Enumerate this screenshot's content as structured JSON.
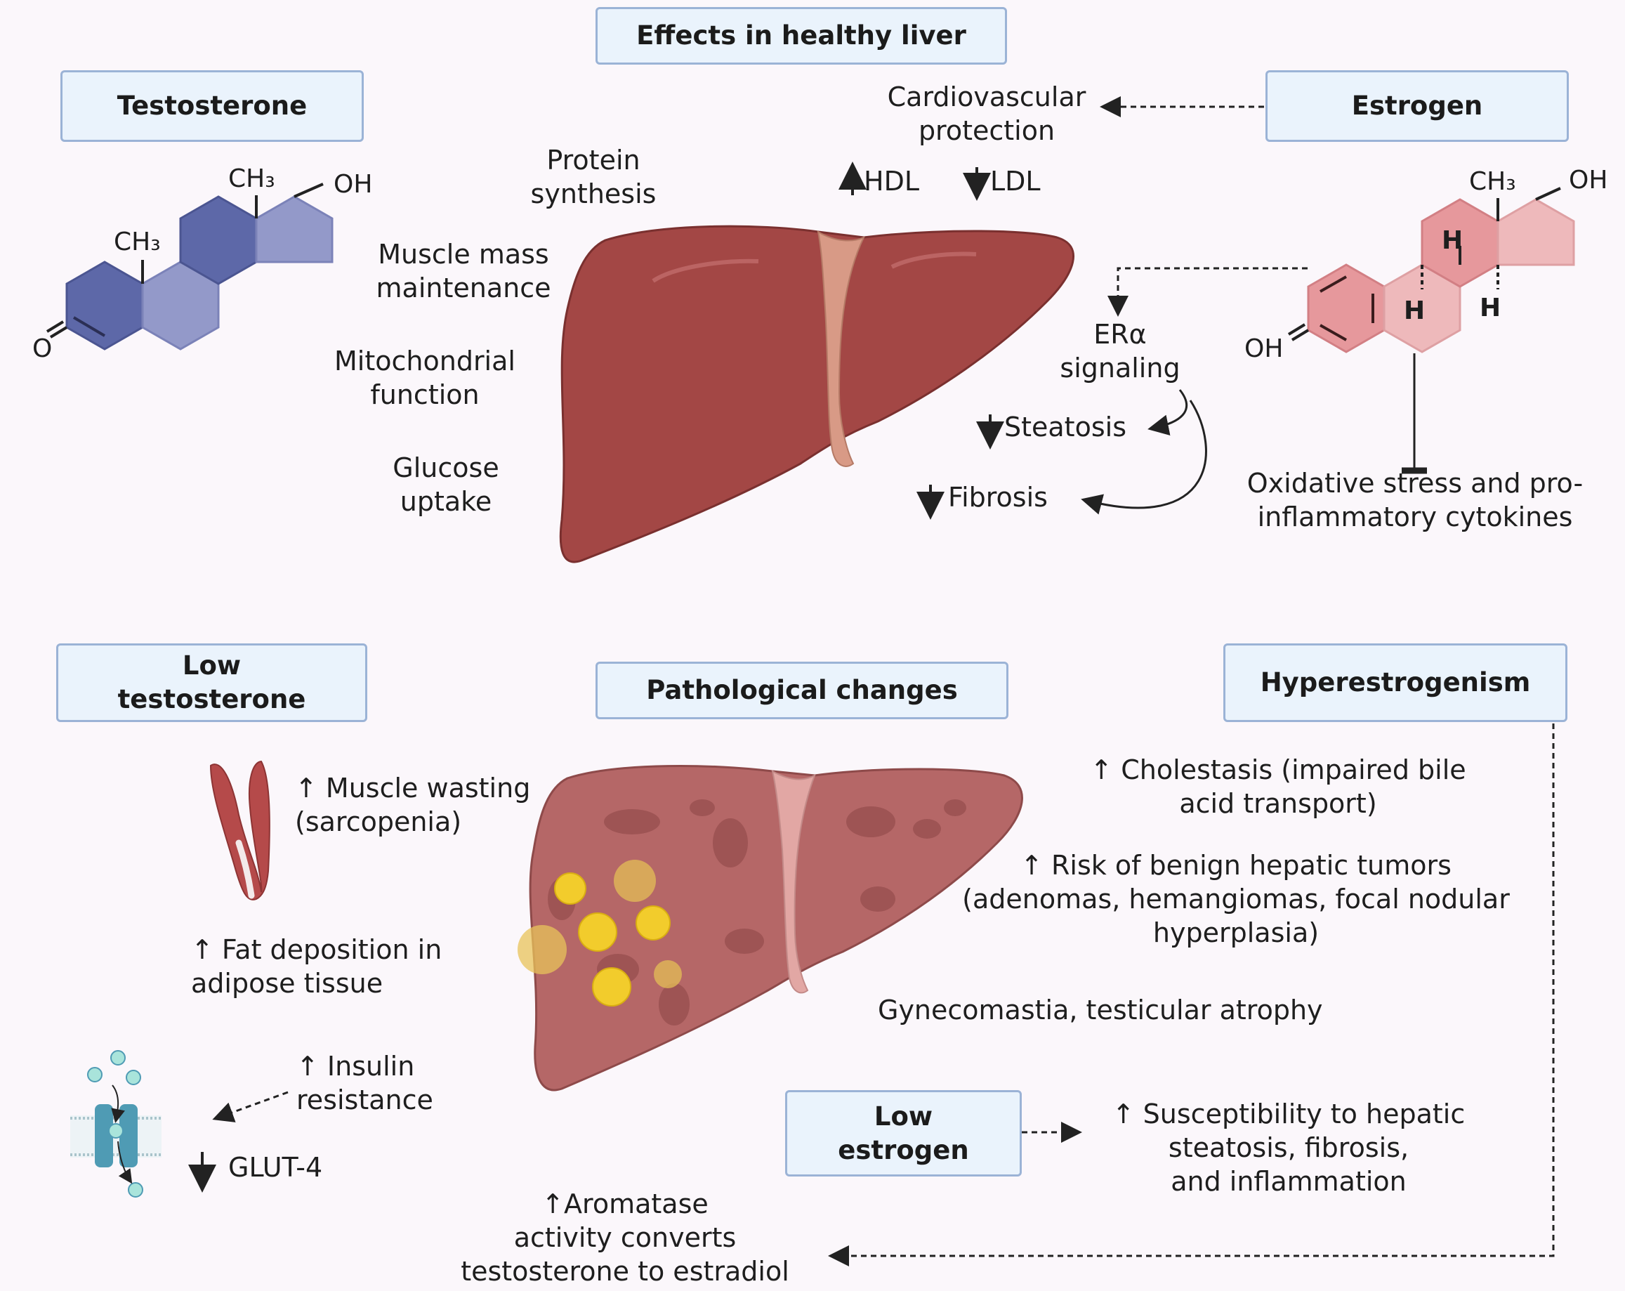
{
  "boxes": {
    "effects_healthy": "Effects in healthy liver",
    "testosterone": "Testosterone",
    "estrogen": "Estrogen",
    "low_testosterone": "Low\ntestosterone",
    "pathological": "Pathological changes",
    "hyperestrogenism": "Hyperestrogenism",
    "low_estrogen": "Low\nestrogen"
  },
  "healthy": {
    "protein_synthesis": "Protein\nsynthesis",
    "muscle_mass": "Muscle mass\nmaintenance",
    "mitochondrial": "Mitochondrial\nfunction",
    "glucose": "Glucose\nuptake",
    "cardiovascular": "Cardiovascular\nprotection",
    "hdl": "HDL",
    "ldl": "LDL",
    "era_signaling": "ERα\nsignaling",
    "steatosis": "Steatosis",
    "fibrosis": "Fibrosis",
    "oxidative": "Oxidative stress and pro-\ninflammatory cytokines"
  },
  "chemistry": {
    "testosterone": {
      "ch3_top": "CH₃",
      "oh": "OH",
      "ch3_left": "CH₃",
      "o": "O"
    },
    "estrogen": {
      "ch3": "CH₃",
      "oh_right": "OH",
      "oh_left": "OH",
      "h": "H"
    }
  },
  "pathology": {
    "muscle_wasting": "↑ Muscle wasting\n(sarcopenia)",
    "fat_deposition": "↑ Fat deposition in\nadipose tissue",
    "insulin": "↑ Insulin\nresistance",
    "glut4": "GLUT-4",
    "cholestasis": "↑ Cholestasis (impaired bile\nacid transport)",
    "tumors": "↑ Risk of benign hepatic tumors\n(adenomas, hemangiomas, focal nodular\nhyperplasia)",
    "gynecomastia": "Gynecomastia, testicular atrophy",
    "susceptibility": "↑ Susceptibility to hepatic\nsteatosis, fibrosis,\nand inflammation",
    "aromatase": "↑Aromatase\nactivity converts\ntestosterone to estradiol"
  },
  "colors": {
    "box_fill": "#eaf3fc",
    "box_border": "#9bb3d6",
    "testosterone_dark": "#5d68a8",
    "testosterone_light": "#9399c9",
    "estrogen_dark": "#e6989c",
    "estrogen_light": "#eeb9bb",
    "liver_healthy": "#a34745",
    "liver_diseased": "#b56767",
    "fat_droplet": "#f2cc2c"
  }
}
